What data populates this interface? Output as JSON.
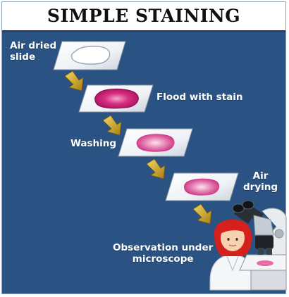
{
  "title": "SIMPLE STAINING",
  "steps": {
    "air_dried_line1": "Air dried",
    "air_dried_line2": "slide",
    "flood": "Flood with stain",
    "washing": "Washing",
    "air_drying_line1": "Air",
    "air_drying_line2": "drying",
    "observation_line1": "Observation under",
    "observation_line2": "microscope"
  },
  "colors": {
    "panel": "#2a5384",
    "stain": "#d0237a",
    "arrow": "#c9a227",
    "hair": "#d6201b"
  },
  "icons": [
    "slide-icon",
    "arrow-down-right-icon",
    "person-icon",
    "microscope-icon"
  ]
}
